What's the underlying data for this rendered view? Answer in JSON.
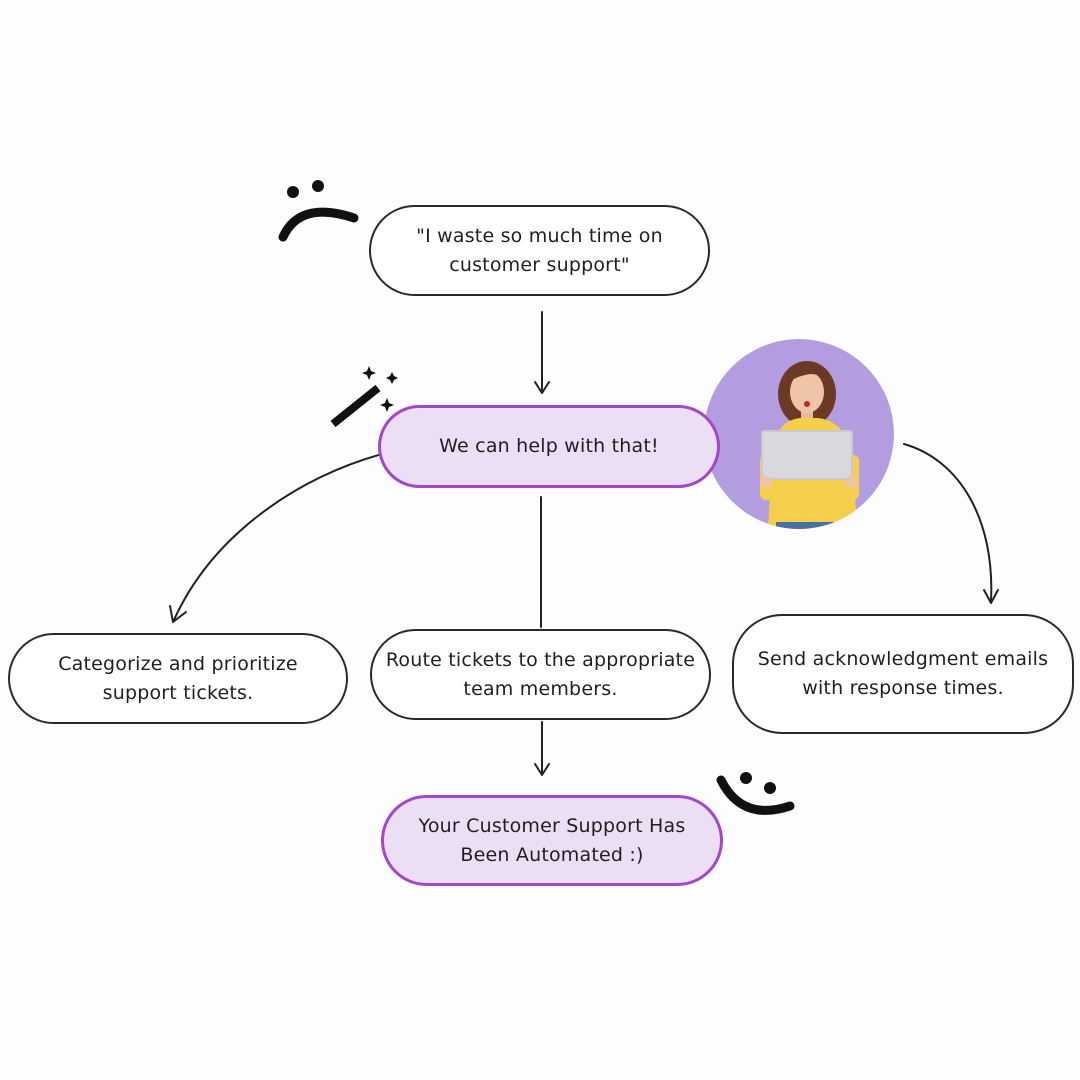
{
  "flow": {
    "quote": "\"I waste so much time on customer support\"",
    "help": "We can help with that!",
    "categorize": "Categorize and prioritize support tickets.",
    "route": "Route tickets to the appropriate team members.",
    "send": "Send acknowledgment emails with response times.",
    "done": "Your Customer Support Has Been Automated :)"
  },
  "colors": {
    "accent_border": "#a247c8",
    "accent_fill": "#ecdef5",
    "avatar_bg": "#b49ce0",
    "ink": "#1f1f1f"
  },
  "icons": [
    "sad-face-icon",
    "magic-wand-icon",
    "smile-face-icon"
  ]
}
